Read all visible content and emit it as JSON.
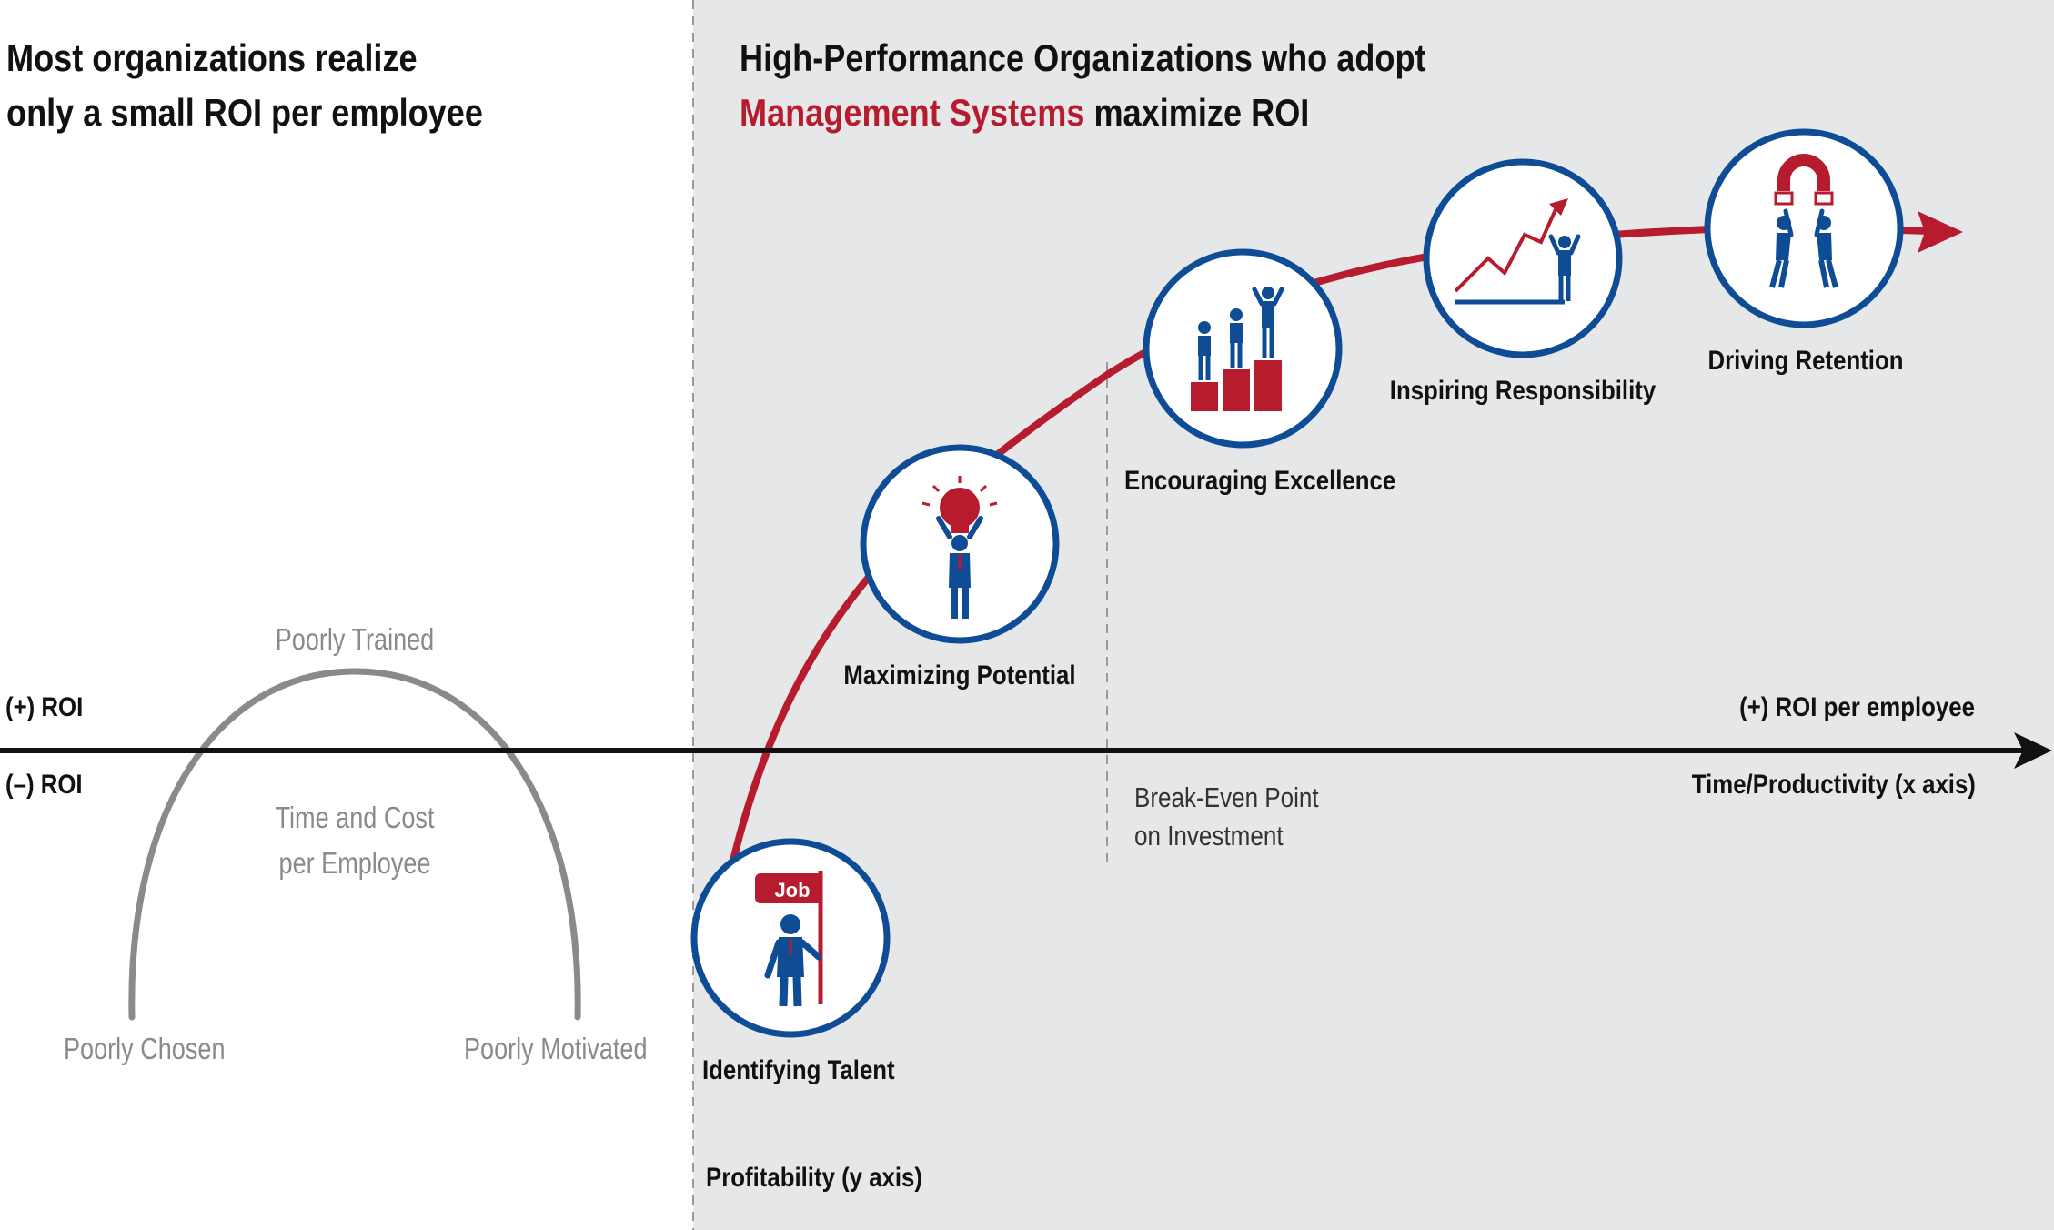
{
  "colors": {
    "accent": "#b71c2e",
    "circle_border": "#0e4c96",
    "figure_blue": "#0e4c96",
    "panel_gray": "#e6e7e8",
    "arc_gray": "#8a8a8a",
    "axis": "#111111"
  },
  "left_title": {
    "line1": "Most organizations realize",
    "line2": "only a small ROI per employee"
  },
  "right_title": {
    "line1": "High-Performance Organizations who adopt",
    "line2_accent": "Management Systems",
    "line2_rest": " maximize ROI"
  },
  "axis_labels": {
    "pos_roi": "(+) ROI",
    "neg_roi": "(–) ROI",
    "pos_roi_per_employee": "(+) ROI per employee",
    "x_axis": "Time/Productivity (x axis)",
    "y_axis": "Profitability (y axis)"
  },
  "arc_labels": {
    "top": "Poorly Trained",
    "middle_line1": "Time and Cost",
    "middle_line2": "per Employee",
    "left": "Poorly Chosen",
    "right": "Poorly Motivated"
  },
  "break_even": {
    "line1": "Break-Even Point",
    "line2": "on Investment"
  },
  "stages": [
    {
      "label": "Identifying Talent",
      "icon": "job-flag-icon",
      "flag_text": "Job"
    },
    {
      "label": "Maximizing Potential",
      "icon": "lightbulb-idea-icon"
    },
    {
      "label": "Encouraging Excellence",
      "icon": "podium-icon"
    },
    {
      "label": "Inspiring Responsibility",
      "icon": "growth-chart-icon"
    },
    {
      "label": "Driving Retention",
      "icon": "magnet-retention-icon"
    }
  ]
}
